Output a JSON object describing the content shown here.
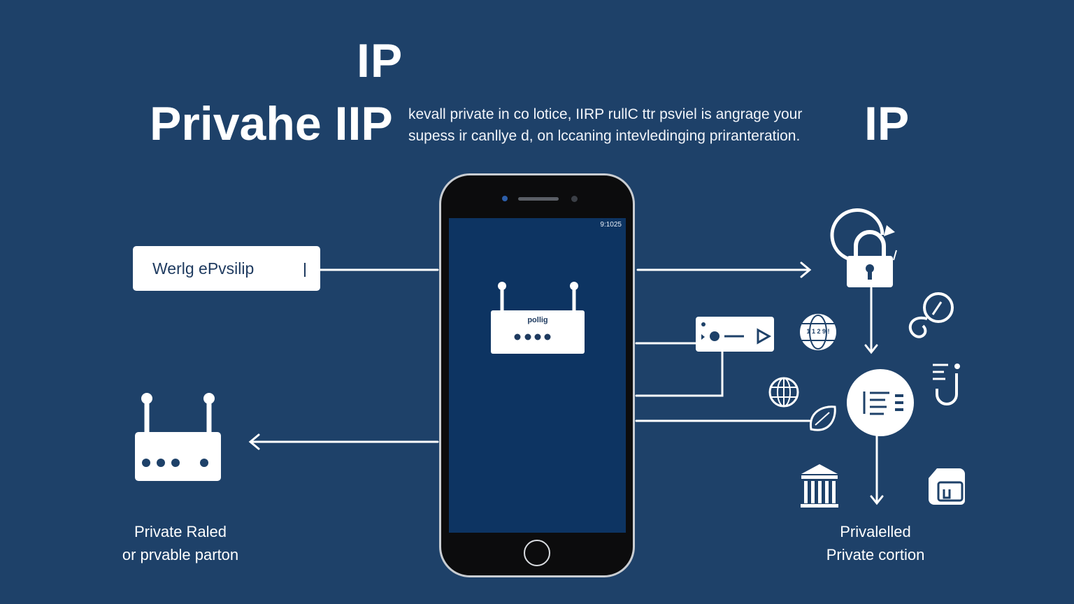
{
  "header": {
    "top_label": "IP",
    "title": "Privahe IIP",
    "description_line1": "kevall private in co lotice, IIRP rullC ttr psviel is angrage your",
    "description_line2": "supess ir canllye d, on lccaning intevledinging priranteration.",
    "right_label": "IP"
  },
  "search": {
    "value": "Werlg ePvsilip"
  },
  "phone": {
    "status_time": "9:1025",
    "router_label": "pollig"
  },
  "device_icon": {
    "label": "1 1 2 9 !"
  },
  "captions": {
    "left_line1": "Private Raled",
    "left_line2": "or prvable parton",
    "right_line1": "Privalelled",
    "right_line2": "Private cortion"
  },
  "colors": {
    "background": "#1e4169",
    "screen": "#0d3462",
    "foreground": "#ffffff"
  }
}
